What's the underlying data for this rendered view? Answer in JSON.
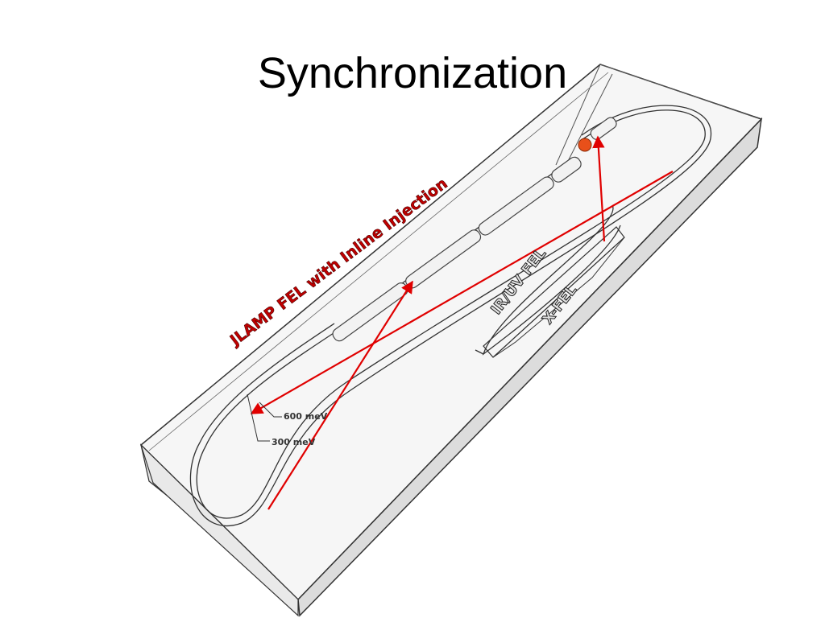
{
  "slide": {
    "title": "Synchronization"
  },
  "diagram": {
    "machine_label": "JLAMP FEL with Inline Injection",
    "beamline_labels": [
      "IR/UV FEL",
      "X-FEL"
    ],
    "energy_labels": [
      "600 meV",
      "300 meV"
    ],
    "colors": {
      "machine_label": "#c00000",
      "arrows": "#e00000",
      "injector_dot": "#e8501a",
      "box_fill": "#eeeeee",
      "outline": "#333333"
    }
  }
}
